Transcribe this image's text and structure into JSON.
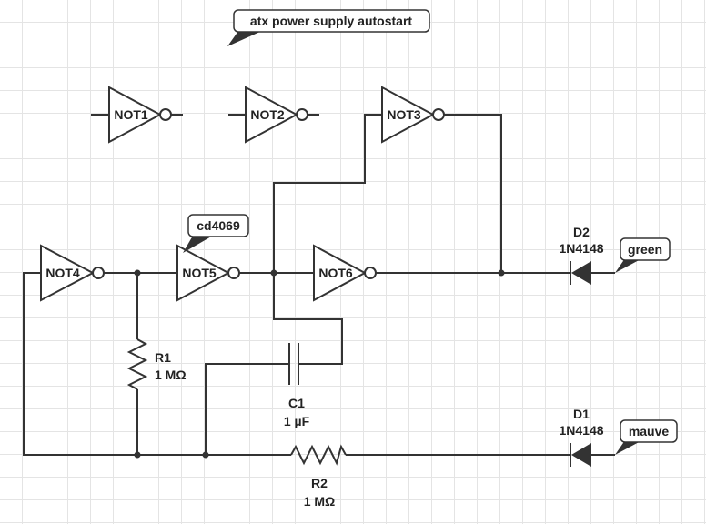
{
  "title": "atx power supply autostart",
  "gates": [
    {
      "id": "not1",
      "label": "NOT1"
    },
    {
      "id": "not2",
      "label": "NOT2"
    },
    {
      "id": "not3",
      "label": "NOT3"
    },
    {
      "id": "not4",
      "label": "NOT4"
    },
    {
      "id": "not5",
      "label": "NOT5"
    },
    {
      "id": "not6",
      "label": "NOT6"
    }
  ],
  "chip_note": "cd4069",
  "components": {
    "r1": {
      "ref": "R1",
      "value": "1 MΩ"
    },
    "r2": {
      "ref": "R2",
      "value": "1 MΩ"
    },
    "c1": {
      "ref": "C1",
      "value": "1 µF"
    },
    "d1": {
      "ref": "D1",
      "value": "1N4148"
    },
    "d2": {
      "ref": "D2",
      "value": "1N4148"
    }
  },
  "nets": {
    "green": "green",
    "mauve": "mauve"
  }
}
